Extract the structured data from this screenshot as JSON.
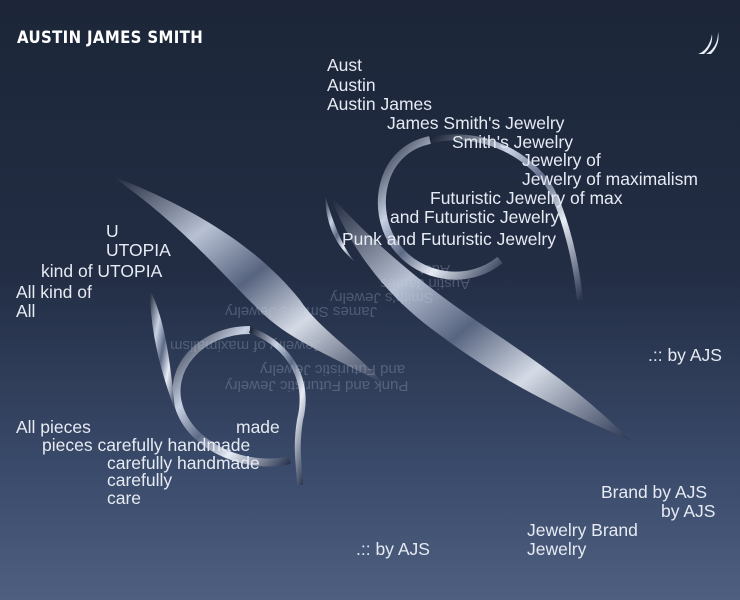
{
  "header": {
    "brand": "AUSTIN JAMES SMITH",
    "logo_icon": "horn-logo-icon"
  },
  "colors": {
    "bg_top": "#1c2638",
    "bg_bottom": "#4f5f80",
    "text": "#e6eaf2"
  },
  "blocks": {
    "top": [
      "Aust",
      "Austin",
      "Austin James",
      "James Smith's Jewelry",
      "Smith's Jewelry",
      "Jewelry of",
      "Jewelry of maximalism",
      "Futuristic Jewelry of max",
      "and Futuristic Jewelry",
      "Punk and Futuristic Jewelry"
    ],
    "left": [
      "U",
      "UTOPIA",
      "kind of UTOPIA",
      "All kind of",
      "All"
    ],
    "by_right": ".:: by AJS",
    "pieces": [
      "All pieces",
      "made",
      "pieces carefully handmade",
      "carefully handmade",
      "carefully",
      "care"
    ],
    "brand_block": [
      "Brand by AJS",
      "by AJS",
      "Jewelry Brand",
      "Jewelry"
    ],
    "by_bottom": ".:: by AJS"
  }
}
